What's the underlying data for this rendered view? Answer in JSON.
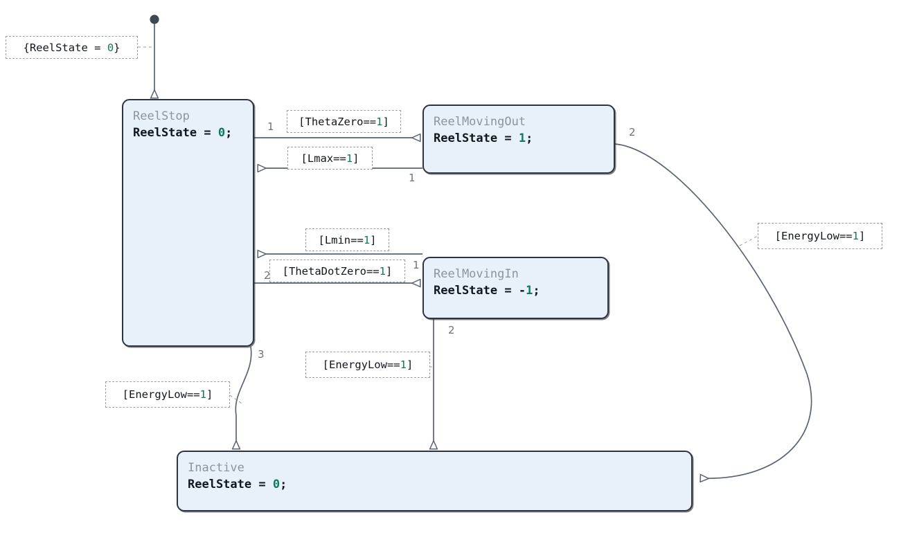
{
  "diagram": {
    "type": "stateflow-state-machine",
    "background": "#ffffff",
    "colors": {
      "state_fill": "#e8f1f9",
      "state_border": "#2d3440",
      "state_name_text": "#8d939c",
      "state_body_text": "#11161d",
      "literal_green": "#0f7a5a",
      "transition_line": "#5a6275",
      "label_border": "#9aa0a8",
      "order_number": "#6b7280"
    },
    "default_transition": {
      "label_prefix": "{ReelState = ",
      "label_value": "0",
      "label_suffix": "}",
      "full_label": "{ReelState = 0}"
    },
    "states": [
      {
        "id": "reelstop",
        "name": "ReelStop",
        "action_prefix": "ReelState = ",
        "action_value": "0",
        "action_suffix": ";",
        "action_full": "ReelState = 0;"
      },
      {
        "id": "reelmovingout",
        "name": "ReelMovingOut",
        "action_prefix": "ReelState = ",
        "action_value": "1",
        "action_suffix": ";",
        "action_full": "ReelState = 1;"
      },
      {
        "id": "reelmovingin",
        "name": "ReelMovingIn",
        "action_prefix": "ReelState = -",
        "action_value": "1",
        "action_suffix": ";",
        "action_full": "ReelState = -1;"
      },
      {
        "id": "inactive",
        "name": "Inactive",
        "action_prefix": "ReelState = ",
        "action_value": "0",
        "action_suffix": ";",
        "action_full": "ReelState = 0;"
      }
    ],
    "transitions": [
      {
        "id": "stop-to-out",
        "from": "ReelStop",
        "to": "ReelMovingOut",
        "order": "1",
        "cond_prefix": "[ThetaZero==",
        "cond_value": "1",
        "cond_suffix": "]",
        "cond_full": "[ThetaZero==1]"
      },
      {
        "id": "out-to-stop",
        "from": "ReelMovingOut",
        "to": "ReelStop",
        "order": "1",
        "cond_prefix": "[Lmax==",
        "cond_value": "1",
        "cond_suffix": "]",
        "cond_full": "[Lmax==1]"
      },
      {
        "id": "in-to-stop",
        "from": "ReelMovingIn",
        "to": "ReelStop",
        "order": "1",
        "cond_prefix": "[Lmin==",
        "cond_value": "1",
        "cond_suffix": "]",
        "cond_full": "[Lmin==1]"
      },
      {
        "id": "stop-to-in",
        "from": "ReelStop",
        "to": "ReelMovingIn",
        "order": "2",
        "cond_prefix": "[ThetaDotZero==",
        "cond_value": "1",
        "cond_suffix": "]",
        "cond_full": "[ThetaDotZero==1]"
      },
      {
        "id": "stop-to-inactive",
        "from": "ReelStop",
        "to": "Inactive",
        "order": "3",
        "cond_prefix": "[EnergyLow==",
        "cond_value": "1",
        "cond_suffix": "]",
        "cond_full": "[EnergyLow==1]"
      },
      {
        "id": "in-to-inactive",
        "from": "ReelMovingIn",
        "to": "Inactive",
        "order": "2",
        "cond_prefix": "[EnergyLow==",
        "cond_value": "1",
        "cond_suffix": "]",
        "cond_full": "[EnergyLow==1]"
      },
      {
        "id": "out-to-inactive",
        "from": "ReelMovingOut",
        "to": "Inactive",
        "order": "2",
        "cond_prefix": "[EnergyLow==",
        "cond_value": "1",
        "cond_suffix": "]",
        "cond_full": "[EnergyLow==1]"
      }
    ]
  }
}
